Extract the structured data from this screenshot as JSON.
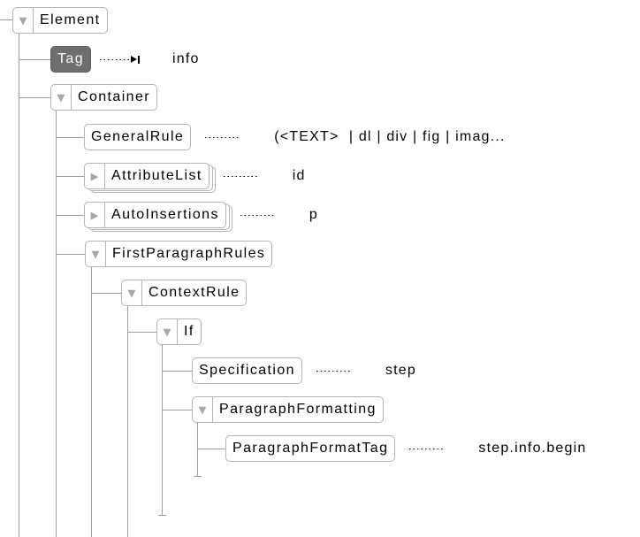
{
  "app": {
    "view": "element-structure-tree",
    "background": "#ffffff"
  },
  "colors": {
    "box_border": "#b4b4b4",
    "selected_node_fill": "#6e6e6e",
    "selected_node_text": "#ffffff",
    "tree_line": "#9c9c9c",
    "triangle": "#a6a6a6",
    "text": "#000000"
  },
  "icons": {
    "triangle_down": "▼",
    "triangle_right": "▶"
  },
  "tree": {
    "nodes": [
      {
        "label": "Element",
        "state": "expanded"
      },
      {
        "label": "Tag",
        "state": "leaf",
        "selected": true,
        "annotation": "info",
        "link_arrow": true
      },
      {
        "label": "Container",
        "state": "expanded"
      },
      {
        "label": "GeneralRule",
        "state": "leaf",
        "annotation": "(<TEXT>  | dl | div | fig | imag..."
      },
      {
        "label": "AttributeList",
        "state": "collapsed",
        "repeated": true,
        "annotation": "id"
      },
      {
        "label": "AutoInsertions",
        "state": "collapsed",
        "repeated": true,
        "annotation": "p"
      },
      {
        "label": "FirstParagraphRules",
        "state": "expanded"
      },
      {
        "label": "ContextRule",
        "state": "expanded"
      },
      {
        "label": "If",
        "state": "expanded"
      },
      {
        "label": "Specification",
        "state": "leaf",
        "annotation": "step"
      },
      {
        "label": "ParagraphFormatting",
        "state": "expanded"
      },
      {
        "label": "ParagraphFormatTag",
        "state": "leaf",
        "annotation": "step.info.begin"
      }
    ]
  }
}
